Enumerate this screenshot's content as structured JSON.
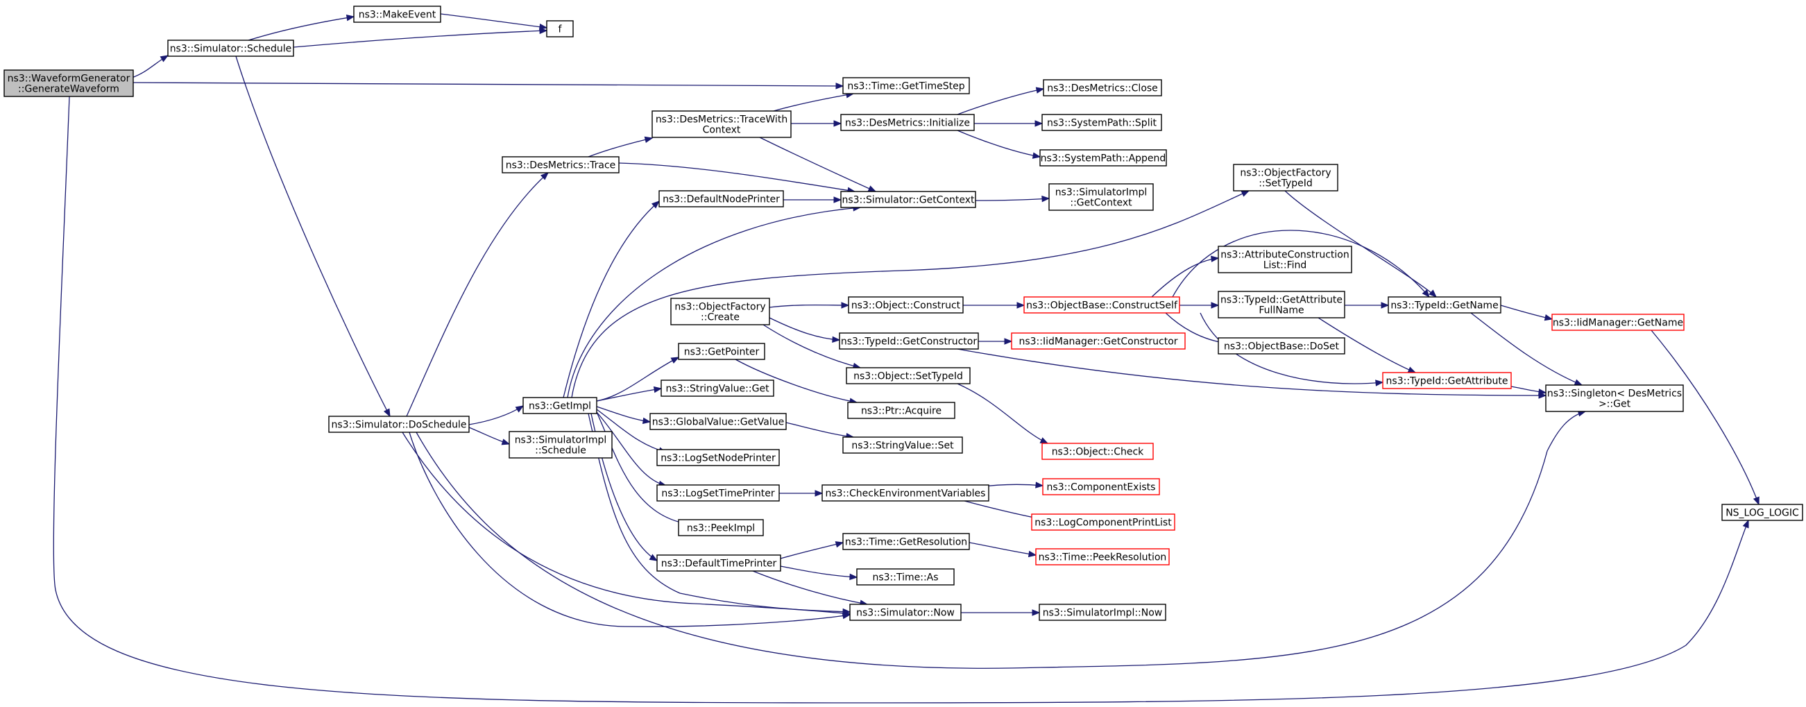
{
  "colors": {
    "edge": "#191970",
    "root_fill": "#bfbfbf",
    "truncated_border": "#ff0000",
    "node_border": "#000000"
  },
  "nodes": [
    {
      "id": "root",
      "lines": [
        "ns3::WaveformGenerator",
        "::GenerateWaveform"
      ],
      "style": "root"
    },
    {
      "id": "sched",
      "lines": [
        "ns3::Simulator::Schedule"
      ],
      "style": "normal"
    },
    {
      "id": "mkev",
      "lines": [
        "ns3::MakeEvent"
      ],
      "style": "normal"
    },
    {
      "id": "f",
      "lines": [
        "f"
      ],
      "style": "normal"
    },
    {
      "id": "tstep",
      "lines": [
        "ns3::Time::GetTimeStep"
      ],
      "style": "normal"
    },
    {
      "id": "dsched",
      "lines": [
        "ns3::Simulator::DoSchedule"
      ],
      "style": "normal"
    },
    {
      "id": "dmtrace",
      "lines": [
        "ns3::DesMetrics::Trace"
      ],
      "style": "normal"
    },
    {
      "id": "dmtwc",
      "lines": [
        "ns3::DesMetrics::TraceWith",
        "Context"
      ],
      "style": "normal"
    },
    {
      "id": "dminit",
      "lines": [
        "ns3::DesMetrics::Initialize"
      ],
      "style": "normal"
    },
    {
      "id": "dmclose",
      "lines": [
        "ns3::DesMetrics::Close"
      ],
      "style": "normal"
    },
    {
      "id": "split",
      "lines": [
        "ns3::SystemPath::Split"
      ],
      "style": "normal"
    },
    {
      "id": "append",
      "lines": [
        "ns3::SystemPath::Append"
      ],
      "style": "normal"
    },
    {
      "id": "getctx",
      "lines": [
        "ns3::Simulator::GetContext"
      ],
      "style": "normal"
    },
    {
      "id": "implctx",
      "lines": [
        "ns3::SimulatorImpl",
        "::GetContext"
      ],
      "style": "normal"
    },
    {
      "id": "dnp",
      "lines": [
        "ns3::DefaultNodePrinter"
      ],
      "style": "normal"
    },
    {
      "id": "ofset",
      "lines": [
        "ns3::ObjectFactory",
        "::SetTypeId"
      ],
      "style": "normal"
    },
    {
      "id": "acfind",
      "lines": [
        "ns3::AttributeConstruction",
        "List::Find"
      ],
      "style": "normal"
    },
    {
      "id": "ofcreate",
      "lines": [
        "ns3::ObjectFactory",
        "::Create"
      ],
      "style": "normal"
    },
    {
      "id": "objcons",
      "lines": [
        "ns3::Object::Construct"
      ],
      "style": "normal"
    },
    {
      "id": "obcs",
      "lines": [
        "ns3::ObjectBase::ConstructSelf"
      ],
      "style": "truncated"
    },
    {
      "id": "tidafn",
      "lines": [
        "ns3::TypeId::GetAttribute",
        "FullName"
      ],
      "style": "normal"
    },
    {
      "id": "tidname",
      "lines": [
        "ns3::TypeId::GetName"
      ],
      "style": "normal"
    },
    {
      "id": "iidname",
      "lines": [
        "ns3::IidManager::GetName"
      ],
      "style": "truncated"
    },
    {
      "id": "tidcons",
      "lines": [
        "ns3::TypeId::GetConstructor"
      ],
      "style": "normal"
    },
    {
      "id": "iidcons",
      "lines": [
        "ns3::IidManager::GetConstructor"
      ],
      "style": "truncated"
    },
    {
      "id": "obdoset",
      "lines": [
        "ns3::ObjectBase::DoSet"
      ],
      "style": "normal"
    },
    {
      "id": "getptr",
      "lines": [
        "ns3::GetPointer"
      ],
      "style": "normal"
    },
    {
      "id": "objsettid",
      "lines": [
        "ns3::Object::SetTypeId"
      ],
      "style": "normal"
    },
    {
      "id": "tidattr",
      "lines": [
        "ns3::TypeId::GetAttribute"
      ],
      "style": "truncated"
    },
    {
      "id": "singget",
      "lines": [
        "ns3::Singleton< DesMetrics",
        " >::Get"
      ],
      "style": "normal"
    },
    {
      "id": "getimpl",
      "lines": [
        "ns3::GetImpl"
      ],
      "style": "normal"
    },
    {
      "id": "strvget",
      "lines": [
        "ns3::StringValue::Get"
      ],
      "style": "normal"
    },
    {
      "id": "ptracq",
      "lines": [
        "ns3::Ptr::Acquire"
      ],
      "style": "normal"
    },
    {
      "id": "gvget",
      "lines": [
        "ns3::GlobalValue::GetValue"
      ],
      "style": "normal"
    },
    {
      "id": "strvset",
      "lines": [
        "ns3::StringValue::Set"
      ],
      "style": "normal"
    },
    {
      "id": "implsched",
      "lines": [
        "ns3::SimulatorImpl",
        "::Schedule"
      ],
      "style": "normal"
    },
    {
      "id": "objcheck",
      "lines": [
        "ns3::Object::Check"
      ],
      "style": "truncated"
    },
    {
      "id": "lsnp",
      "lines": [
        "ns3::LogSetNodePrinter"
      ],
      "style": "normal"
    },
    {
      "id": "lstp",
      "lines": [
        "ns3::LogSetTimePrinter"
      ],
      "style": "normal"
    },
    {
      "id": "cev",
      "lines": [
        "ns3::CheckEnvironmentVariables"
      ],
      "style": "normal"
    },
    {
      "id": "compex",
      "lines": [
        "ns3::ComponentExists"
      ],
      "style": "truncated"
    },
    {
      "id": "lcpl",
      "lines": [
        "ns3::LogComponentPrintList"
      ],
      "style": "truncated"
    },
    {
      "id": "nslog",
      "lines": [
        "NS_LOG_LOGIC"
      ],
      "style": "normal"
    },
    {
      "id": "peekimpl",
      "lines": [
        "ns3::PeekImpl"
      ],
      "style": "normal"
    },
    {
      "id": "tgetres",
      "lines": [
        "ns3::Time::GetResolution"
      ],
      "style": "normal"
    },
    {
      "id": "tpeekres",
      "lines": [
        "ns3::Time::PeekResolution"
      ],
      "style": "truncated"
    },
    {
      "id": "dtp",
      "lines": [
        "ns3::DefaultTimePrinter"
      ],
      "style": "normal"
    },
    {
      "id": "tas",
      "lines": [
        "ns3::Time::As"
      ],
      "style": "normal"
    },
    {
      "id": "simnow",
      "lines": [
        "ns3::Simulator::Now"
      ],
      "style": "normal"
    },
    {
      "id": "implnow",
      "lines": [
        "ns3::SimulatorImpl::Now"
      ],
      "style": "normal"
    }
  ]
}
